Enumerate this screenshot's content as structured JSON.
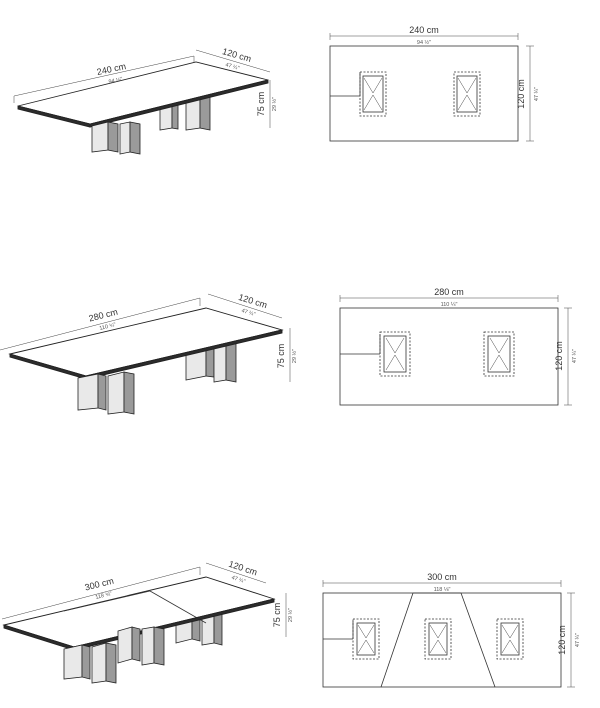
{
  "tables": [
    {
      "length": {
        "cm": "240 cm",
        "inch": "94 ½\""
      },
      "width": {
        "cm": "120 cm",
        "inch": "47 ¼\""
      },
      "height": {
        "cm": "75 cm",
        "inch": "29 ½\""
      }
    },
    {
      "length": {
        "cm": "280 cm",
        "inch": "110 ¼\""
      },
      "width": {
        "cm": "120 cm",
        "inch": "47 ¼\""
      },
      "height": {
        "cm": "75 cm",
        "inch": "29 ½\""
      }
    },
    {
      "length": {
        "cm": "300 cm",
        "inch": "118 ⅛\""
      },
      "width": {
        "cm": "120 cm",
        "inch": "47 ¼\""
      },
      "height": {
        "cm": "75 cm",
        "inch": "29 ½\""
      }
    }
  ]
}
